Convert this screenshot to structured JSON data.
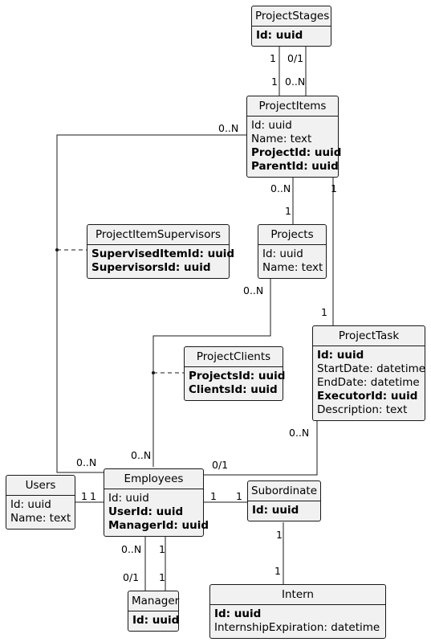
{
  "entities": {
    "project_stages": {
      "name": "ProjectStages",
      "fields": [
        {
          "text": "Id: uuid",
          "key": true
        }
      ]
    },
    "project_items": {
      "name": "ProjectItems",
      "fields": [
        {
          "text": "Id: uuid",
          "key": false
        },
        {
          "text": "Name: text",
          "key": false
        },
        {
          "text": "ProjectId: uuid",
          "key": true
        },
        {
          "text": "ParentId: uuid",
          "key": true
        }
      ]
    },
    "project_item_supervisors": {
      "name": "ProjectItemSupervisors",
      "fields": [
        {
          "text": "SupervisedItemId: uuid",
          "key": true
        },
        {
          "text": "SupervisorsId: uuid",
          "key": true
        }
      ]
    },
    "projects": {
      "name": "Projects",
      "fields": [
        {
          "text": "Id: uuid",
          "key": false
        },
        {
          "text": "Name: text",
          "key": false
        }
      ]
    },
    "project_task": {
      "name": "ProjectTask",
      "fields": [
        {
          "text": "Id: uuid",
          "key": true
        },
        {
          "text": "StartDate: datetime",
          "key": false
        },
        {
          "text": "EndDate: datetime",
          "key": false
        },
        {
          "text": "ExecutorId: uuid",
          "key": true
        },
        {
          "text": "Description: text",
          "key": false
        }
      ]
    },
    "project_clients": {
      "name": "ProjectClients",
      "fields": [
        {
          "text": "ProjectsId: uuid",
          "key": true
        },
        {
          "text": "ClientsId: uuid",
          "key": true
        }
      ]
    },
    "users": {
      "name": "Users",
      "fields": [
        {
          "text": "Id: uuid",
          "key": false
        },
        {
          "text": "Name: text",
          "key": false
        }
      ]
    },
    "employees": {
      "name": "Employees",
      "fields": [
        {
          "text": "Id: uuid",
          "key": false
        },
        {
          "text": "UserId: uuid",
          "key": true
        },
        {
          "text": "ManagerId: uuid",
          "key": true
        }
      ]
    },
    "subordinate": {
      "name": "Subordinate",
      "fields": [
        {
          "text": "Id: uuid",
          "key": true
        }
      ]
    },
    "manager": {
      "name": "Manager",
      "fields": [
        {
          "text": "Id: uuid",
          "key": true
        }
      ]
    },
    "intern": {
      "name": "Intern",
      "fields": [
        {
          "text": "Id: uuid",
          "key": true
        },
        {
          "text": "InternshipExpiration: datetime",
          "key": false
        }
      ]
    }
  },
  "multiplicities": {
    "stages_items_a_top": "1",
    "stages_items_b_top": "0/1",
    "stages_items_a_bottom": "1",
    "stages_items_b_bottom": "0..N",
    "items_users_items_end": "0..N",
    "items_projects_items_end": "0..N",
    "items_projects_projects_end": "1",
    "items_task_items_end": "1",
    "items_task_task_end": "1",
    "projects_employees_projects_end": "0..N",
    "projects_employees_employees_end": "0..N",
    "users_items_users_end": "0..N",
    "task_employees_task_end": "0..N",
    "task_employees_employees_end": "0/1",
    "users_employees_users_end": "1",
    "users_employees_employees_end": "1",
    "employees_subordinate_employees_end": "1",
    "employees_subordinate_subordinate_end": "1",
    "employees_manager_a_top": "0..N",
    "employees_manager_b_top": "1",
    "employees_manager_a_bottom": "0/1",
    "employees_manager_b_bottom": "1",
    "subordinate_intern_top": "1",
    "subordinate_intern_bottom": "1"
  }
}
